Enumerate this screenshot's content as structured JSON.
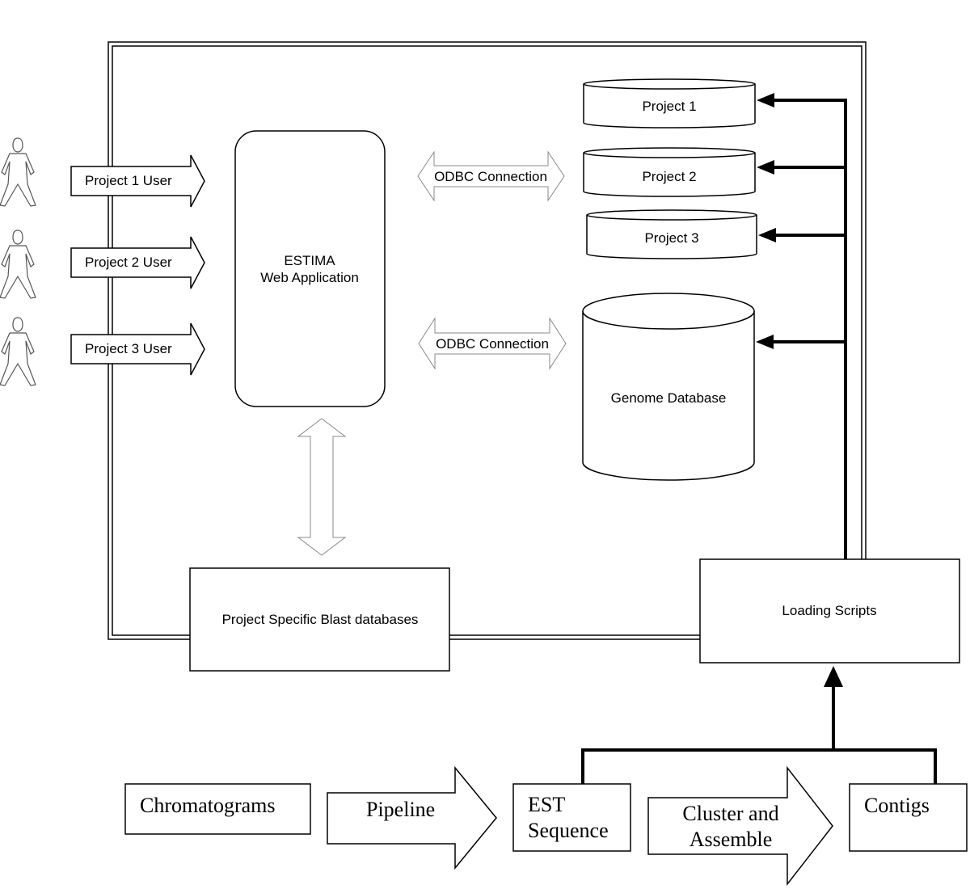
{
  "users": [
    {
      "label": "Project 1 User"
    },
    {
      "label": "Project 2 User"
    },
    {
      "label": "Project 3 User"
    }
  ],
  "web_app": {
    "line1": "ESTIMA",
    "line2": "Web Application"
  },
  "odbc": [
    {
      "label": "ODBC Connection"
    },
    {
      "label": "ODBC Connection"
    }
  ],
  "project_dbs": [
    {
      "label": "Project 1"
    },
    {
      "label": "Project 2"
    },
    {
      "label": "Project 3"
    }
  ],
  "genome_db": {
    "label": "Genome Database"
  },
  "blast_db": {
    "label": "Project Specific Blast databases"
  },
  "loading_scripts": {
    "label": "Loading Scripts"
  },
  "pipeline": {
    "chromatograms": "Chromatograms",
    "pipeline": "Pipeline",
    "est_line1": "EST",
    "est_line2": "Sequence",
    "cluster_line1": "Cluster and",
    "cluster_line2": "Assemble",
    "contigs": "Contigs"
  }
}
